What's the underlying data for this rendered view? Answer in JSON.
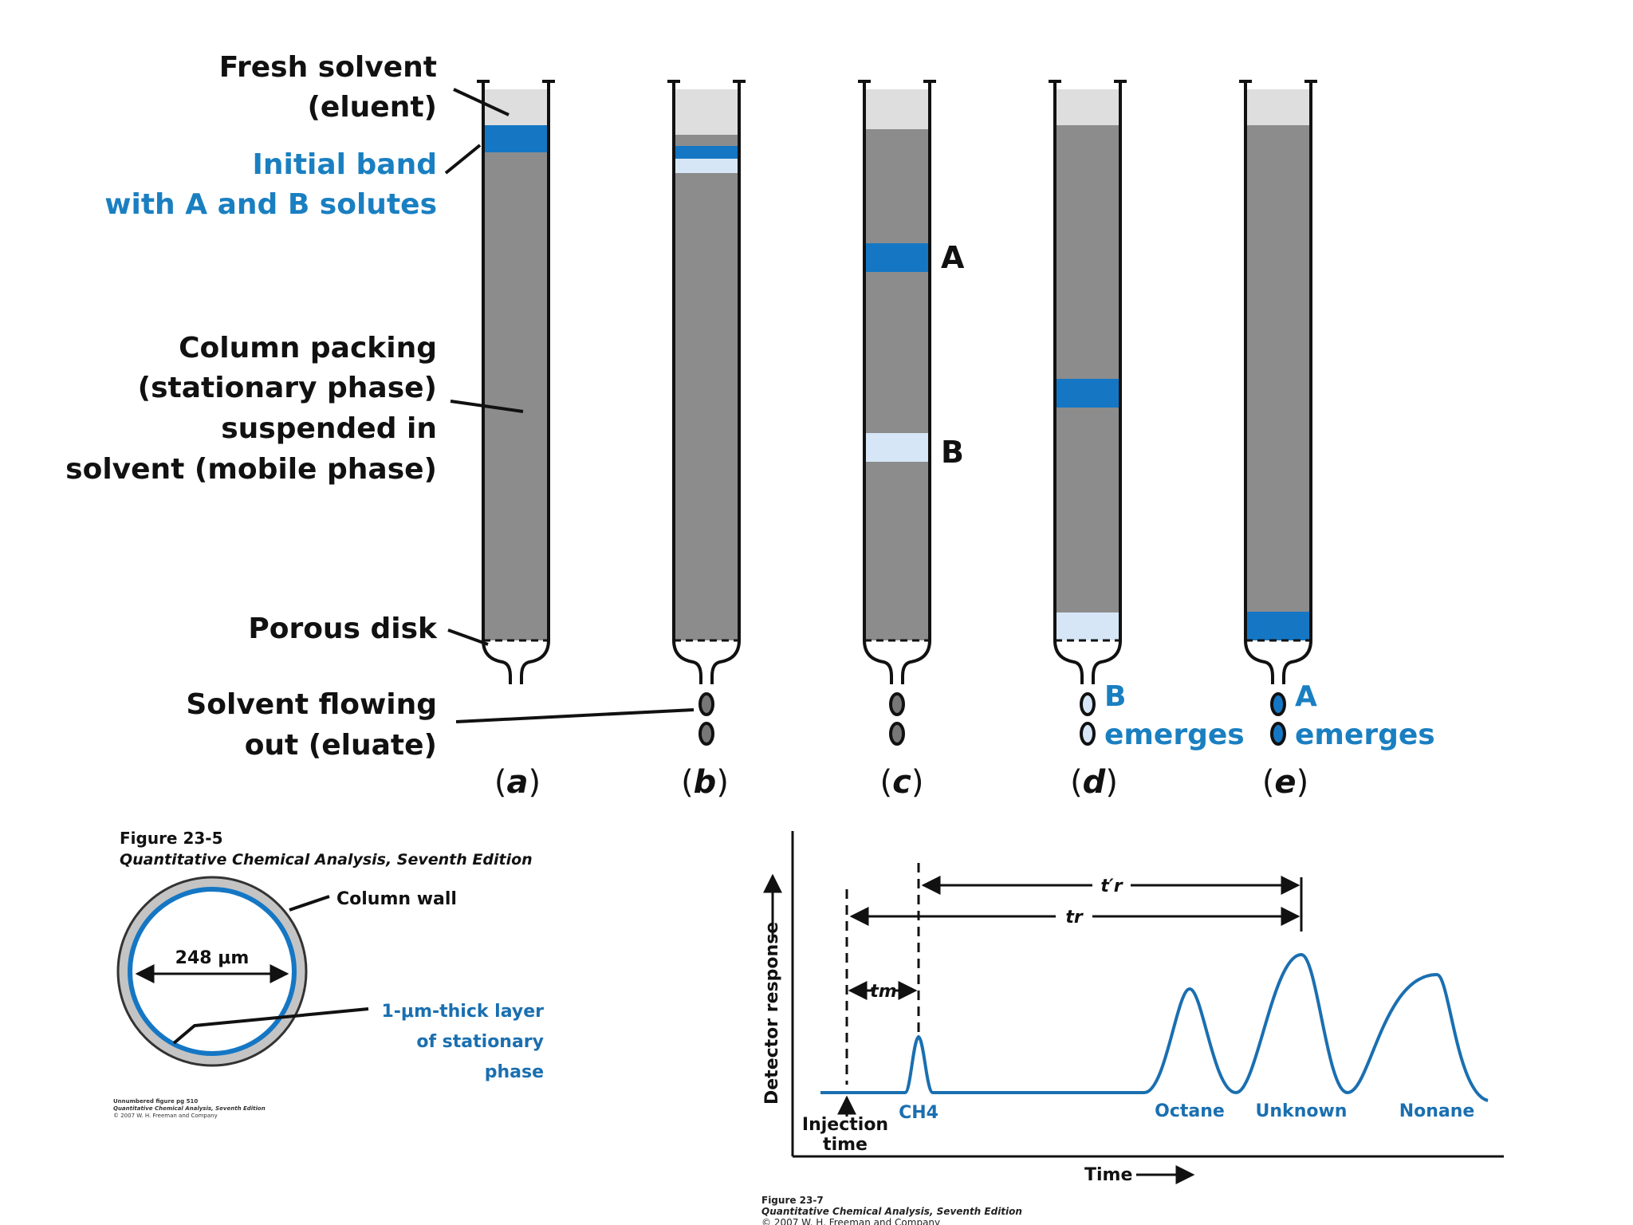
{
  "colors": {
    "packing": "#8c8c8c",
    "eluent": "#dedede",
    "band_A": "#1577c4",
    "band_B": "#d6e6f7",
    "blue_text": "#1a7fc1",
    "chrom_line": "#1a6fb0"
  },
  "columns_figure": {
    "labels": {
      "fresh_solvent_1": "Fresh solvent",
      "fresh_solvent_2": "(eluent)",
      "initial_band_1": "Initial band",
      "initial_band_2": "with A and B solutes",
      "packing_1": "Column packing",
      "packing_2": "(stationary phase)",
      "packing_3": "suspended in",
      "packing_4": "solvent (mobile phase)",
      "porous_disk": "Porous disk",
      "eluate_1": "Solvent flowing",
      "eluate_2": "out (eluate)"
    },
    "band_letters": {
      "a": "A",
      "b": "B"
    },
    "emerge": {
      "d_letter": "B",
      "d_word": "emerges",
      "e_letter": "A",
      "e_word": "emerges"
    },
    "captions": [
      "a",
      "b",
      "c",
      "d",
      "e"
    ],
    "figure_number": "Figure 23-5",
    "figure_book": "Quantitative Chemical Analysis, Seventh Edition"
  },
  "cross_section": {
    "diameter": "248 μm",
    "wall_label": "Column wall",
    "layer_1": "1-μm-thick layer",
    "layer_2": "of stationary",
    "layer_3": "phase",
    "credit_1": "Unnumbered figure pg 510",
    "credit_2": "Quantitative Chemical Analysis, Seventh Edition",
    "credit_3": "© 2007 W. H. Freeman and Company"
  },
  "chromatogram": {
    "y_label": "Detector response",
    "x_label": "Time",
    "t_r_prime": "t′r",
    "t_r": "tr",
    "t_m": "tm",
    "injection_1": "Injection",
    "injection_2": "time",
    "peaks": [
      "CH4",
      "Octane",
      "Unknown",
      "Nonane"
    ],
    "figure_number": "Figure 23-7",
    "figure_book": "Quantitative Chemical Analysis, Seventh Edition",
    "figure_credit": "© 2007 W. H. Freeman and Company"
  }
}
